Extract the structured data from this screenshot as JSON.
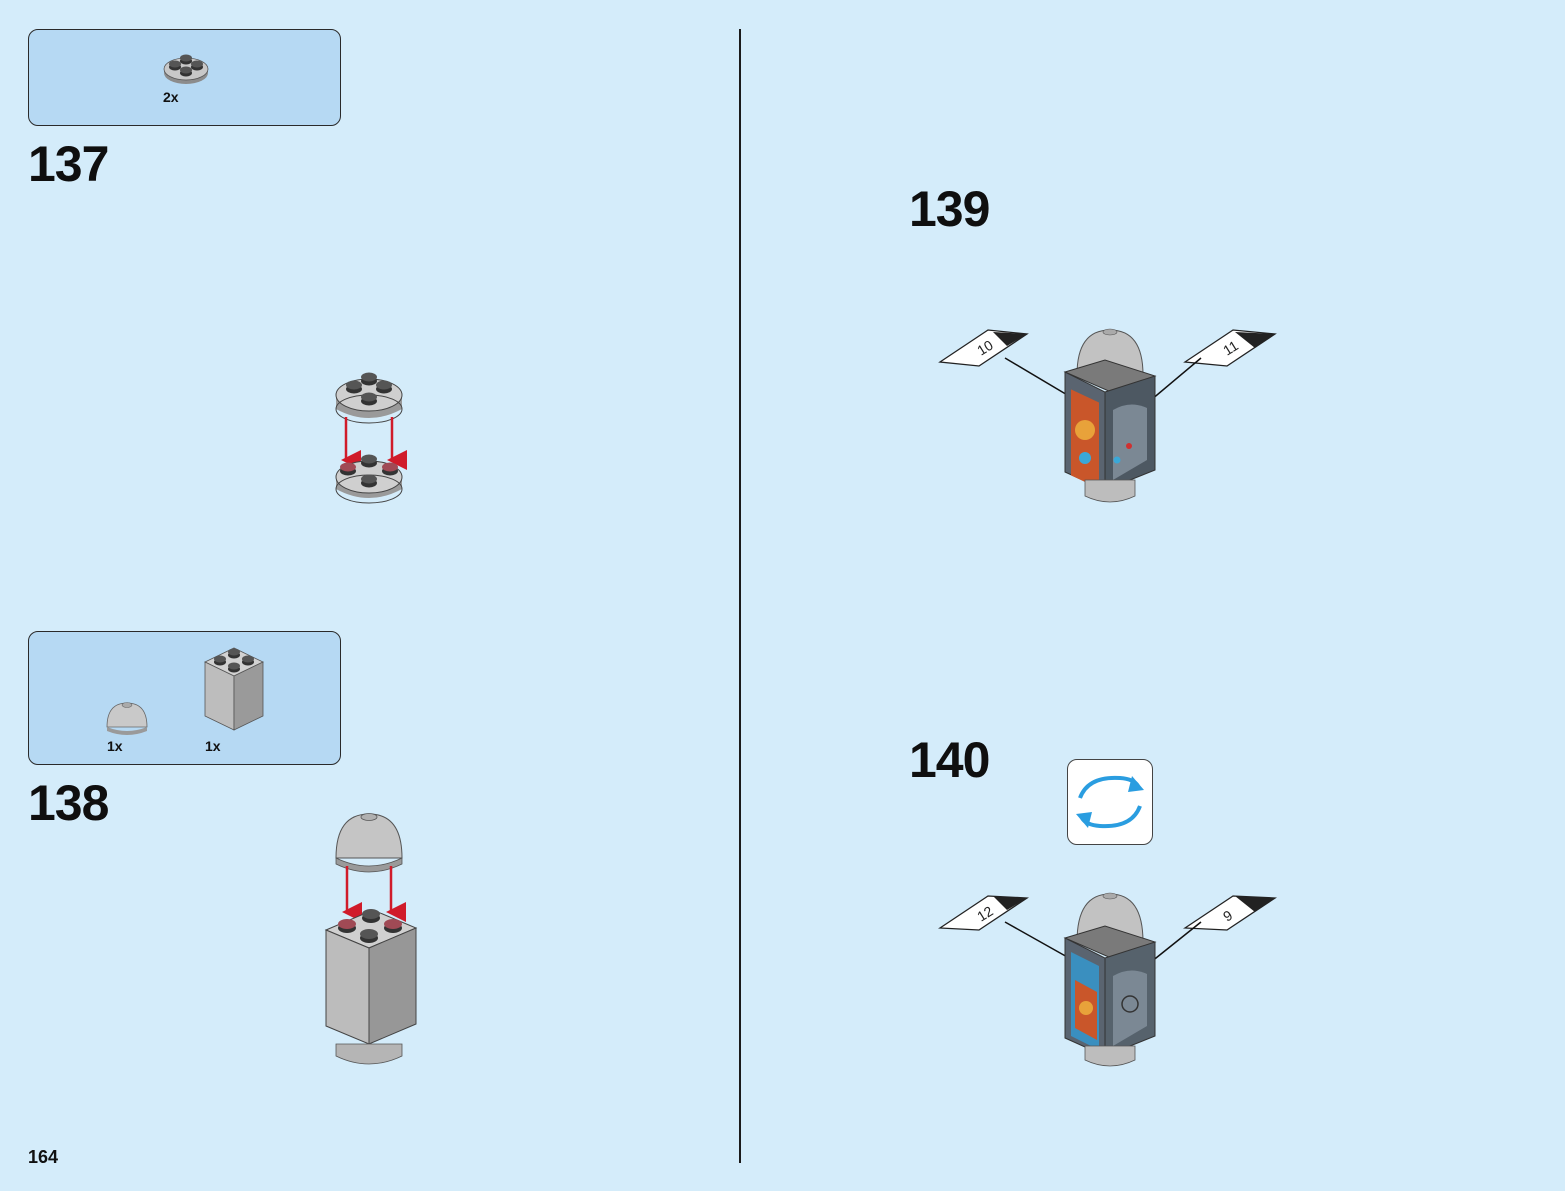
{
  "page": {
    "number": "164"
  },
  "steps": [
    {
      "number": "137",
      "parts": [
        {
          "qty": "2x",
          "icon": "round-plate-2x2-icon"
        }
      ]
    },
    {
      "number": "138",
      "parts": [
        {
          "qty": "1x",
          "icon": "dome-brick-icon"
        },
        {
          "qty": "1x",
          "icon": "brick-2x2x3-icon"
        }
      ]
    },
    {
      "number": "139",
      "stickers": {
        "left": "10",
        "right": "11"
      }
    },
    {
      "number": "140",
      "rotate_icon": "rotate-model-icon",
      "stickers": {
        "left": "12",
        "right": "9"
      }
    }
  ],
  "colors": {
    "background": "#d4ecfa",
    "parts_box": "#b6d9f3",
    "arrow": "#d01b2a",
    "rotate_arrow": "#2a9de0"
  }
}
